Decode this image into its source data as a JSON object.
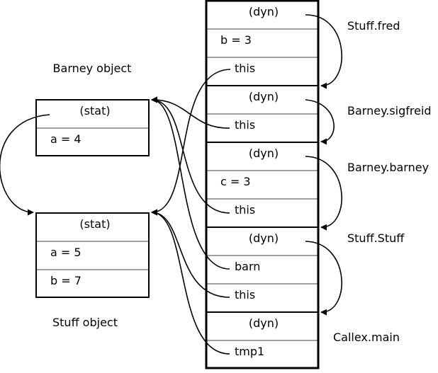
{
  "objects": {
    "barney": {
      "caption": "Barney object",
      "header": "(stat)",
      "fields": [
        "a = 4"
      ]
    },
    "stuff": {
      "caption": "Stuff object",
      "header": "(stat)",
      "fields": [
        "a = 5",
        "b = 7"
      ]
    }
  },
  "stack": {
    "frames": [
      {
        "label": "Stuff.fred",
        "cells": [
          "(dyn)",
          "b = 3",
          "this"
        ]
      },
      {
        "label": "Barney.sigfreid",
        "cells": [
          "(dyn)",
          "this"
        ]
      },
      {
        "label": "Barney.barney",
        "cells": [
          "(dyn)",
          "c = 3",
          "this"
        ]
      },
      {
        "label": "Stuff.Stuff",
        "cells": [
          "(dyn)",
          "barn",
          "this"
        ]
      },
      {
        "label": "Callex.main",
        "cells": [
          "(dyn)",
          "tmp1"
        ]
      }
    ]
  }
}
